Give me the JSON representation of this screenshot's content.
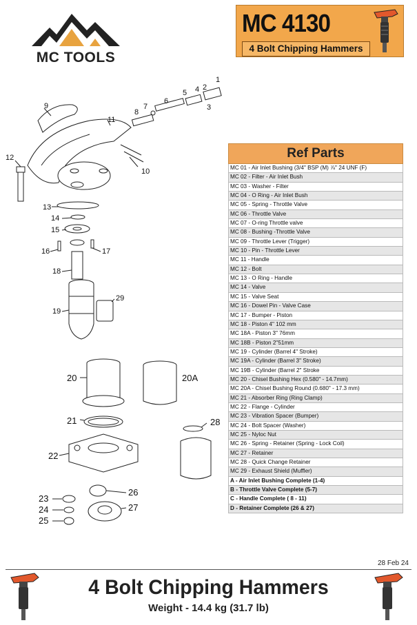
{
  "brand": {
    "name": "MC TOOLS"
  },
  "title": {
    "model": "MC 4130",
    "subtitle": "4 Bolt Chipping Hammers"
  },
  "ref_parts": {
    "heading": "Ref Parts",
    "rows": [
      {
        "text": "MC 01 - Air Inlet Bushing (3/4\" BSP (M) ⅞\" 24 UNF (F)",
        "bold": false
      },
      {
        "text": "MC 02 - Filter - Air Inlet Bush",
        "bold": false
      },
      {
        "text": "MC 03 - Washer - Filter",
        "bold": false
      },
      {
        "text": "MC 04 - O Ring - Air Inlet Bush",
        "bold": false
      },
      {
        "text": "MC 05 - Spring - Throttle Valve",
        "bold": false
      },
      {
        "text": "MC 06 - Throttle Valve",
        "bold": false
      },
      {
        "text": "MC 07 - O-ring Throttle valve",
        "bold": false
      },
      {
        "text": "MC 08 - Bushing -Throttle Valve",
        "bold": false
      },
      {
        "text": "MC 09 - Throttle Lever (Trigger)",
        "bold": false
      },
      {
        "text": "MC 10 - Pin - Throttle Lever",
        "bold": false
      },
      {
        "text": "MC 11 - Handle",
        "bold": false
      },
      {
        "text": "MC 12 - Bolt",
        "bold": false
      },
      {
        "text": "MC 13 - O Ring - Handle",
        "bold": false
      },
      {
        "text": "MC 14 - Valve",
        "bold": false
      },
      {
        "text": "MC 15 - Valve Seat",
        "bold": false
      },
      {
        "text": "MC 16 - Dowel Pin - Valve Case",
        "bold": false
      },
      {
        "text": "MC 17 - Bumper - Piston",
        "bold": false
      },
      {
        "text": "MC 18 - Piston 4\" 102 mm",
        "bold": false
      },
      {
        "text": "MC 18A - Piston 3\" 76mm",
        "bold": false
      },
      {
        "text": "MC 18B - Piston 2\"51mm",
        "bold": false
      },
      {
        "text": "MC 19 - Cylinder (Barrel 4\" Stroke)",
        "bold": false
      },
      {
        "text": "MC 19A - Cylinder (Barrel 3\" Stroke)",
        "bold": false
      },
      {
        "text": "MC 19B - Cylinder (Barrel 2\" Stroke",
        "bold": false
      },
      {
        "text": "MC 20 - Chisel Bushing Hex (0.580\" - 14.7mm)",
        "bold": false
      },
      {
        "text": "MC 20A - Chisel Bushing Round (0.680\" - 17.3 mm)",
        "bold": false
      },
      {
        "text": "MC 21 - Absorber Ring (Ring Clamp)",
        "bold": false
      },
      {
        "text": "MC 22 - Flange - Cylinder",
        "bold": false
      },
      {
        "text": "MC 23 - Vibration Spacer (Bumper)",
        "bold": false
      },
      {
        "text": "MC 24 - Bolt Spacer (Washer)",
        "bold": false
      },
      {
        "text": "MC 25 - Nyloc Nut",
        "bold": false
      },
      {
        "text": "MC 26 - Spring - Retainer (Spring - Lock Coil)",
        "bold": false
      },
      {
        "text": "MC 27 - Retainer",
        "bold": false
      },
      {
        "text": "MC 28 - Quick Change Retainer",
        "bold": false
      },
      {
        "text": "MC 29 - Exhaust Shield (Muffler)",
        "bold": false
      },
      {
        "text": "A - Air Inlet Bushing Complete (1-4)",
        "bold": true
      },
      {
        "text": "B - Throttle Valve Complete (5-7)",
        "bold": true
      },
      {
        "text": "C - Handle Complete ( 8 - 11)",
        "bold": true
      },
      {
        "text": "D - Retainer Complete (26 & 27)",
        "bold": true
      }
    ]
  },
  "diagram": {
    "callouts": [
      "1",
      "2",
      "3",
      "4",
      "5",
      "6",
      "7",
      "8",
      "9",
      "10",
      "11",
      "12",
      "13",
      "14",
      "15",
      "16",
      "17",
      "18",
      "19",
      "29",
      "20",
      "20A",
      "21",
      "28",
      "22",
      "23",
      "24",
      "25",
      "26",
      "27"
    ]
  },
  "footer": {
    "date": "28 Feb 24",
    "title": "4 Bolt Chipping Hammers",
    "weight": "Weight - 14.4 kg (31.7 lb)"
  },
  "colors": {
    "accent": "#f2a74b",
    "hammer": "#e2582c"
  }
}
